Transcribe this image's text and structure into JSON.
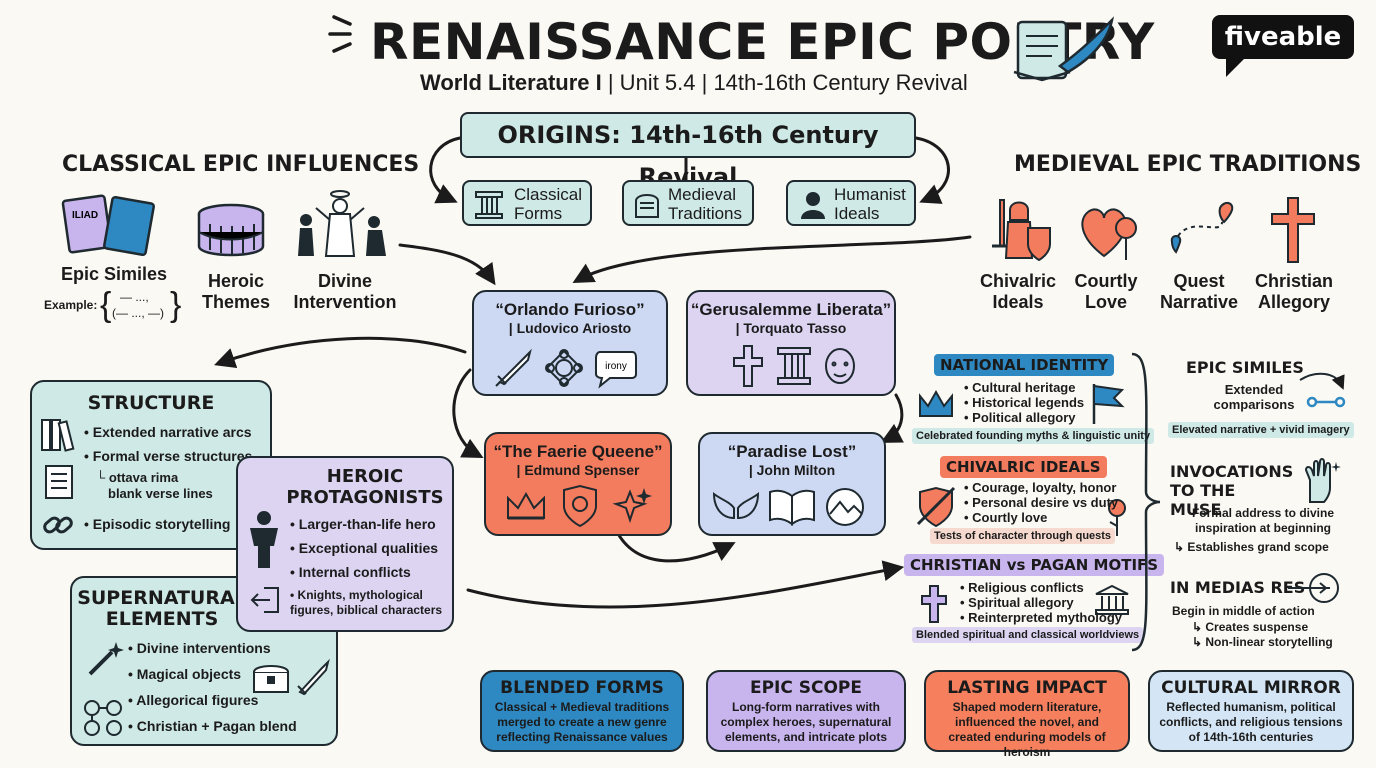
{
  "header": {
    "title": "RENAISSANCE EPIC POETRY",
    "subtitle_bold": "World Literature I",
    "subtitle_rest": "| Unit 5.4 | 14th-16th Century Revival",
    "brand": "fiveable"
  },
  "origins": {
    "title": "ORIGINS: 14th-16th Century Revival",
    "items": [
      "Classical Forms",
      "Medieval Traditions",
      "Humanist Ideals"
    ]
  },
  "classical": {
    "heading": "CLASSICAL EPIC INFLUENCES",
    "book_label": "ILIAD",
    "items": [
      "Epic Similes",
      "Heroic Themes",
      "Divine Intervention"
    ],
    "example_label": "Example:",
    "example_line1": "— ...,",
    "example_line2": "(— ..., —)"
  },
  "medieval": {
    "heading": "MEDIEVAL EPIC TRADITIONS",
    "items": [
      "Chivalric Ideals",
      "Courtly Love",
      "Quest Narrative",
      "Christian Allegory"
    ]
  },
  "works": [
    {
      "title": "“Orlando Furioso”",
      "author": "| Ludovico Ariosto",
      "icon_text": "irony"
    },
    {
      "title": "“Gerusalemme Liberata”",
      "author": "| Torquato Tasso"
    },
    {
      "title": "“The Faerie Queene”",
      "author": "| Edmund Spenser"
    },
    {
      "title": "“Paradise Lost”",
      "author": "| John Milton"
    }
  ],
  "structure": {
    "title": "STRUCTURE",
    "items": [
      "Extended narrative arcs",
      "Formal verse structures",
      "Episodic storytelling"
    ],
    "sub": [
      "ottava rima",
      "blank verse lines"
    ]
  },
  "heroic": {
    "title": "HEROIC PROTAGONISTS",
    "items": [
      "Larger-than-life hero",
      "Exceptional qualities",
      "Internal conflicts",
      "Knights, mythological figures, biblical characters"
    ]
  },
  "supernatural": {
    "title": "SUPERNATURAL ELEMENTS",
    "items": [
      "Divine interventions",
      "Magical objects",
      "Allegorical figures",
      "Christian + Pagan blend"
    ]
  },
  "national": {
    "title": "NATIONAL IDENTITY",
    "items": [
      "Cultural heritage",
      "Historical legends",
      "Political allegory"
    ],
    "note": "Celebrated founding myths & linguistic unity"
  },
  "chivalric": {
    "title": "CHIVALRIC IDEALS",
    "items": [
      "Courage, loyalty, honor",
      "Personal desire vs duty",
      "Courtly love"
    ],
    "note": "Tests of character through quests"
  },
  "christian": {
    "title": "CHRISTIAN vs PAGAN MOTIFS",
    "items": [
      "Religious conflicts",
      "Spiritual allegory",
      "Reinterpreted mythology"
    ],
    "note": "Blended spiritual and classical worldviews"
  },
  "devices": {
    "similes_title": "EPIC SIMILES",
    "similes_text": "Extended comparisons",
    "similes_note": "Elevated narrative + vivid imagery",
    "invocations_title": "INVOCATIONS TO THE MUSE",
    "invocations_text": "Formal address to divine inspiration at beginning",
    "invocations_sub": "Establishes grand scope",
    "medias_title": "IN MEDIAS RES",
    "medias_text": "Begin in middle of action",
    "medias_sub1": "Creates suspense",
    "medias_sub2": "Non-linear storytelling"
  },
  "summary": [
    {
      "title": "BLENDED FORMS",
      "text": "Classical + Medieval traditions merged to create a new genre reflecting Renaissance values"
    },
    {
      "title": "EPIC SCOPE",
      "text": "Long-form narratives with complex heroes, supernatural elements, and intricate plots"
    },
    {
      "title": "LASTING IMPACT",
      "text": "Shaped modern literature, influenced the novel, and created enduring models of heroism"
    },
    {
      "title": "CULTURAL MIRROR",
      "text": "Reflected humanism, political conflicts, and religious tensions of 14th-16th centuries"
    }
  ],
  "colors": {
    "teal": "#cfe9e6",
    "lavender": "#ddd4f2",
    "blue": "#cdd8f3",
    "coral": "#f47c5e",
    "navy": "#2e88c2"
  }
}
